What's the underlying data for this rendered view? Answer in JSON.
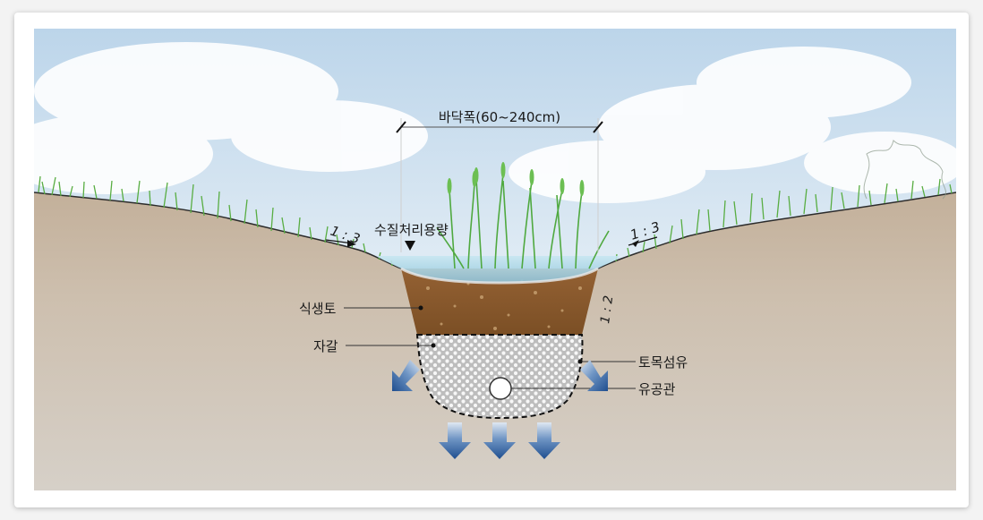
{
  "labels": {
    "bottom_width": "바닥폭(60~240cm)",
    "water_capacity": "수질처리용량",
    "topsoil": "식생토",
    "gravel": "자갈",
    "geotextile": "토목섬유",
    "perforated_pipe": "유공관"
  },
  "slopes": {
    "left_bank": "1 : 3",
    "right_bank": "1 : 3",
    "trench_side": "1 : 2"
  },
  "colors": {
    "sky": "#cfe0ee",
    "ground": "#cbbba6",
    "topsoil": "#8a5a2c",
    "gravel": "#c8c8c8",
    "water": "#a9d3e4",
    "grass": "#5fb54a",
    "arrow": "#2f5e9e"
  },
  "icons": [
    "down-arrow-icon",
    "diagonal-arrow-icon",
    "leader-dot-icon"
  ]
}
